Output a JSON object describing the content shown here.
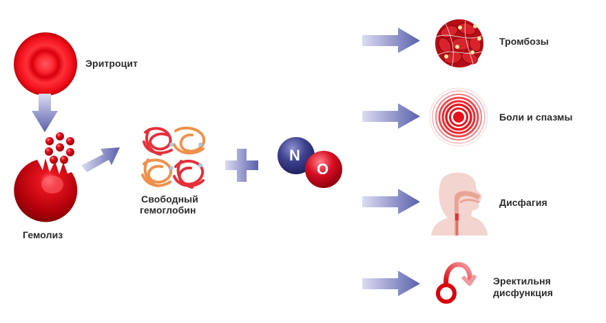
{
  "diagram": {
    "title": "",
    "nodes": {
      "erythrocyte": {
        "label": "Эритроцит"
      },
      "hemolysis": {
        "label": "Гемолиз"
      },
      "free_hemoglobin": {
        "label_line1": "Свободный",
        "label_line2": "гемоглобин"
      },
      "plus": {
        "symbol": "+"
      },
      "nitric_oxide": {
        "atom1": "N",
        "atom2": "O"
      }
    },
    "outcomes": [
      {
        "label": "Тромбозы",
        "icon": "blood-clot-icon"
      },
      {
        "label": "Боли и спазмы",
        "icon": "pain-rings-icon"
      },
      {
        "label": "Дисфагия",
        "icon": "throat-profile-icon"
      },
      {
        "label_line1": "Эректильня",
        "label_line2": "дисфункция",
        "icon": "male-symbol-icon"
      }
    ],
    "colors": {
      "arrow_light": "#d6d6ef",
      "arrow_dark": "#5c62ad",
      "blood_red": "#e0101a",
      "nitrogen_blue": "#3b3f8f",
      "oxygen_red": "#d8102a",
      "throat_skin": "#f3d3cd"
    }
  }
}
